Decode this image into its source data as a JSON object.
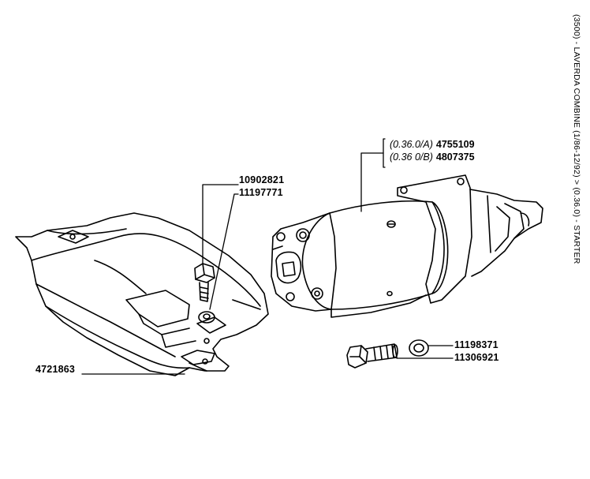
{
  "header": {
    "title": "(3500) - LAVERDA COMBINE (1/86-12/92) > (0.36.0) - STARTER"
  },
  "callouts": {
    "bolt_upper": "10902821",
    "washer_upper": "11197771",
    "cover": "4721863",
    "washer_lower": "11198371",
    "bolt_lower": "11306921"
  },
  "starter_variants": [
    {
      "ref": "(0.36.0/A)",
      "part": "4755109"
    },
    {
      "ref": "(0.36 0/B)",
      "part": "4807375"
    }
  ]
}
